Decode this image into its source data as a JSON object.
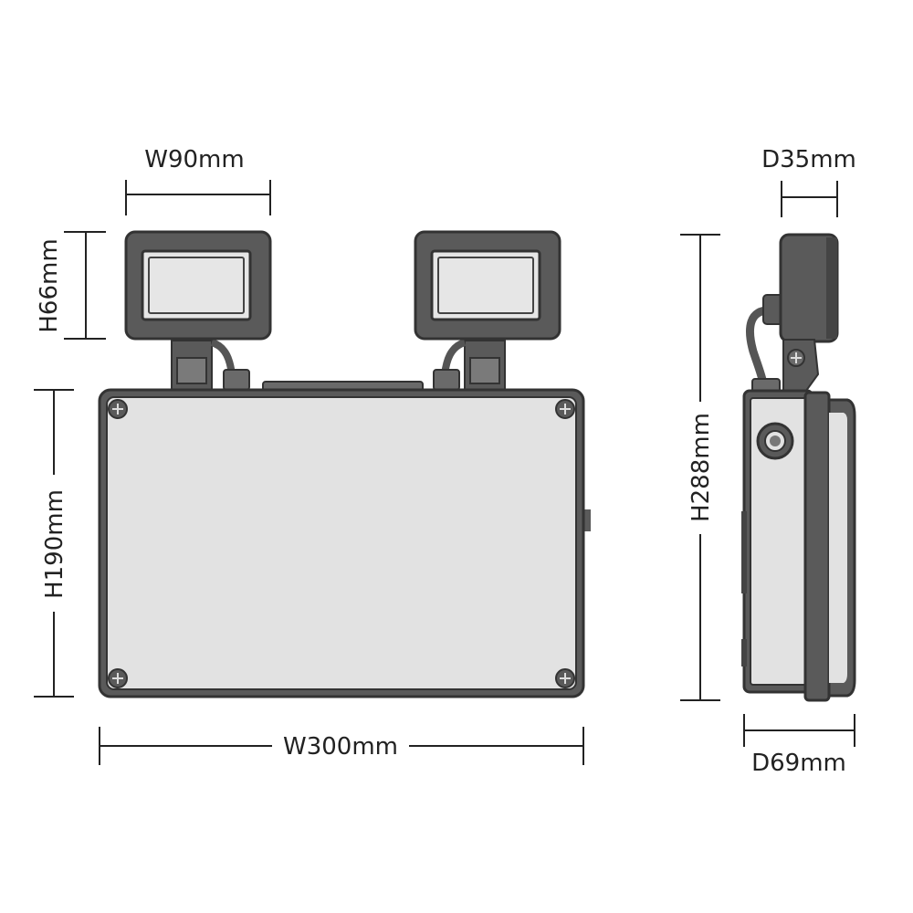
{
  "dimensions": {
    "lamp_width": "W90mm",
    "lamp_height": "H66mm",
    "body_height": "H190mm",
    "body_width": "W300mm",
    "lamp_depth": "D35mm",
    "total_height": "H288mm",
    "body_depth": "D69mm"
  },
  "colors": {
    "body_fill": "#e2e2e2",
    "housing_dark": "#5a5a5a",
    "outline": "#333333",
    "lens_fill": "#e6e6e6"
  }
}
